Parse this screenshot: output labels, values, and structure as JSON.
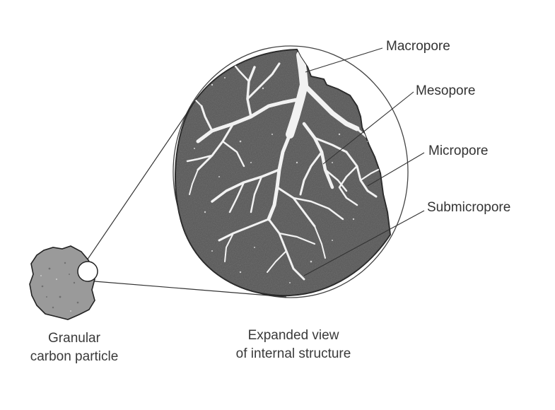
{
  "labels": {
    "macropore": "Macropore",
    "mesopore": "Mesopore",
    "micropore": "Micropore",
    "submicropore": "Submicropore"
  },
  "captions": {
    "particle_line1": "Granular",
    "particle_line2": "carbon particle",
    "expanded_line1": "Expanded view",
    "expanded_line2": "of internal structure"
  },
  "colors": {
    "interior": "#555555",
    "pore": "#f2f2f2",
    "outline": "#222222",
    "particle_fill": "#9a9a9a",
    "text": "#333333"
  }
}
